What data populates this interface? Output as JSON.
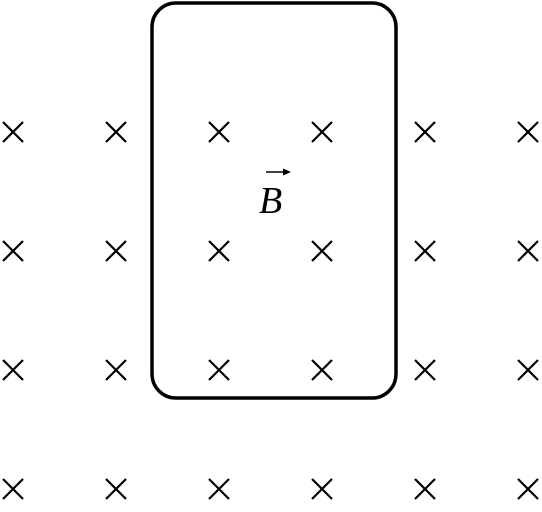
{
  "diagram": {
    "field_symbol": "into-page-cross-icon",
    "field_grid": {
      "rows": 4,
      "columns": 6
    },
    "field_label": "B",
    "field_label_vector_arrow": true,
    "loop_shape": "rounded-rectangle",
    "colors": {
      "stroke": "#000000",
      "background": "#ffffff"
    }
  }
}
